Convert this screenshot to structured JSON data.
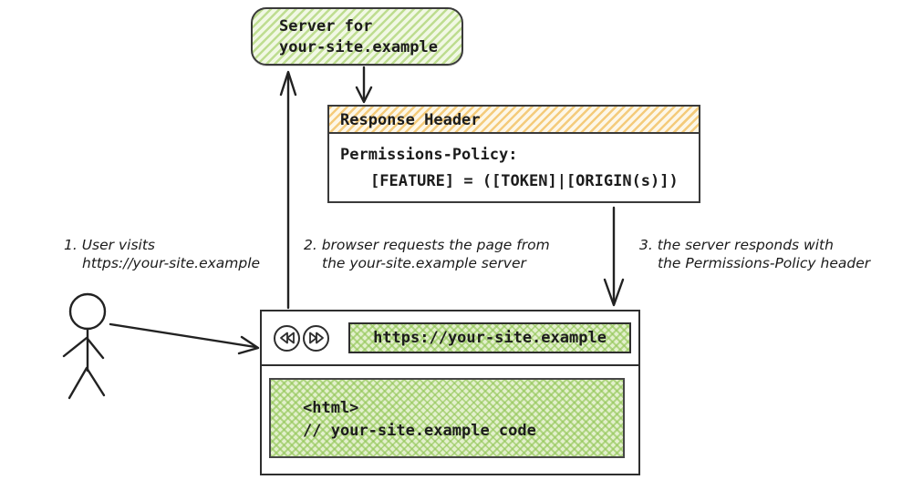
{
  "colors": {
    "ink": "#2e2e2e",
    "green_hatch": "#bedd90",
    "green_crosshatch_base": "#e3f0cd",
    "orange_hatch": "#f4cb7b",
    "background": "#ffffff"
  },
  "server_box": {
    "line1": "Server for",
    "line2": "your-site.example"
  },
  "response_header_box": {
    "title": "Response Header",
    "body_line1": "Permissions-Policy:",
    "body_line2": "[FEATURE] = ([TOKEN]|[ORIGIN(s)])"
  },
  "annotations": {
    "step1": {
      "line1": "1. User visits",
      "line2": "https://your-site.example"
    },
    "step2": {
      "line1": "2. browser requests the page from",
      "line2": "the your-site.example server"
    },
    "step3": {
      "line1": "3. the server responds with",
      "line2": "the Permissions-Policy header"
    }
  },
  "browser": {
    "back_icon": "double-triangle-left",
    "forward_icon": "double-triangle-right",
    "url": "https://your-site.example",
    "content_line1": "<html>",
    "content_line2": "// your-site.example code"
  }
}
